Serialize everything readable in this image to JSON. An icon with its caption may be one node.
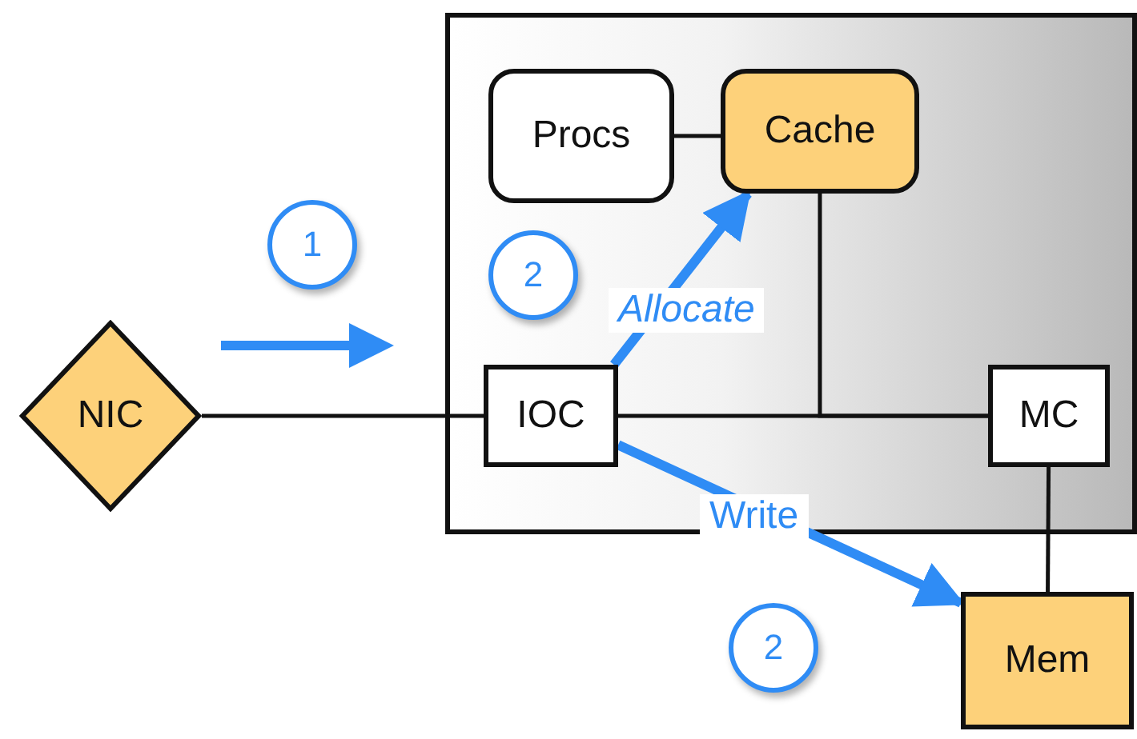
{
  "diagram": {
    "nodes": [
      {
        "text": [],
        "shape": "box"
      },
      {
        "text": [
          "Procs"
        ],
        "in": 0
      },
      {
        "text": [
          "Cache"
        ],
        "in": 0
      },
      {
        "text": [
          "IOC"
        ],
        "in": 0
      },
      {
        "text": [
          "MC"
        ],
        "in": 0
      },
      {
        "text": [
          "NIC"
        ]
      },
      {
        "text": [
          "Mem"
        ]
      },
      {
        "text": [
          "1"
        ]
      },
      {
        "text": [
          "2"
        ],
        "in": 0
      },
      {
        "text": [
          "2"
        ]
      }
    ],
    "edges": [
      {
        "from": 1,
        "to": 2,
        "arrow": "none"
      },
      {
        "from": 5,
        "to": 3,
        "arrow": "none"
      },
      {
        "from": 3,
        "to": 4,
        "arrow": "none"
      },
      {
        "from": 2,
        "to": 4,
        "arrow": "none"
      },
      {
        "from": 4,
        "to": 6,
        "arrow": "none"
      },
      {
        "from": 3,
        "to": 2,
        "arrow": "to",
        "label": "Allocate",
        "style": "thick",
        "color": "#2f8cf5"
      },
      {
        "from": 3,
        "to": 6,
        "arrow": "to",
        "label": "Write",
        "style": "thick",
        "color": "#2f8cf5"
      }
    ]
  }
}
